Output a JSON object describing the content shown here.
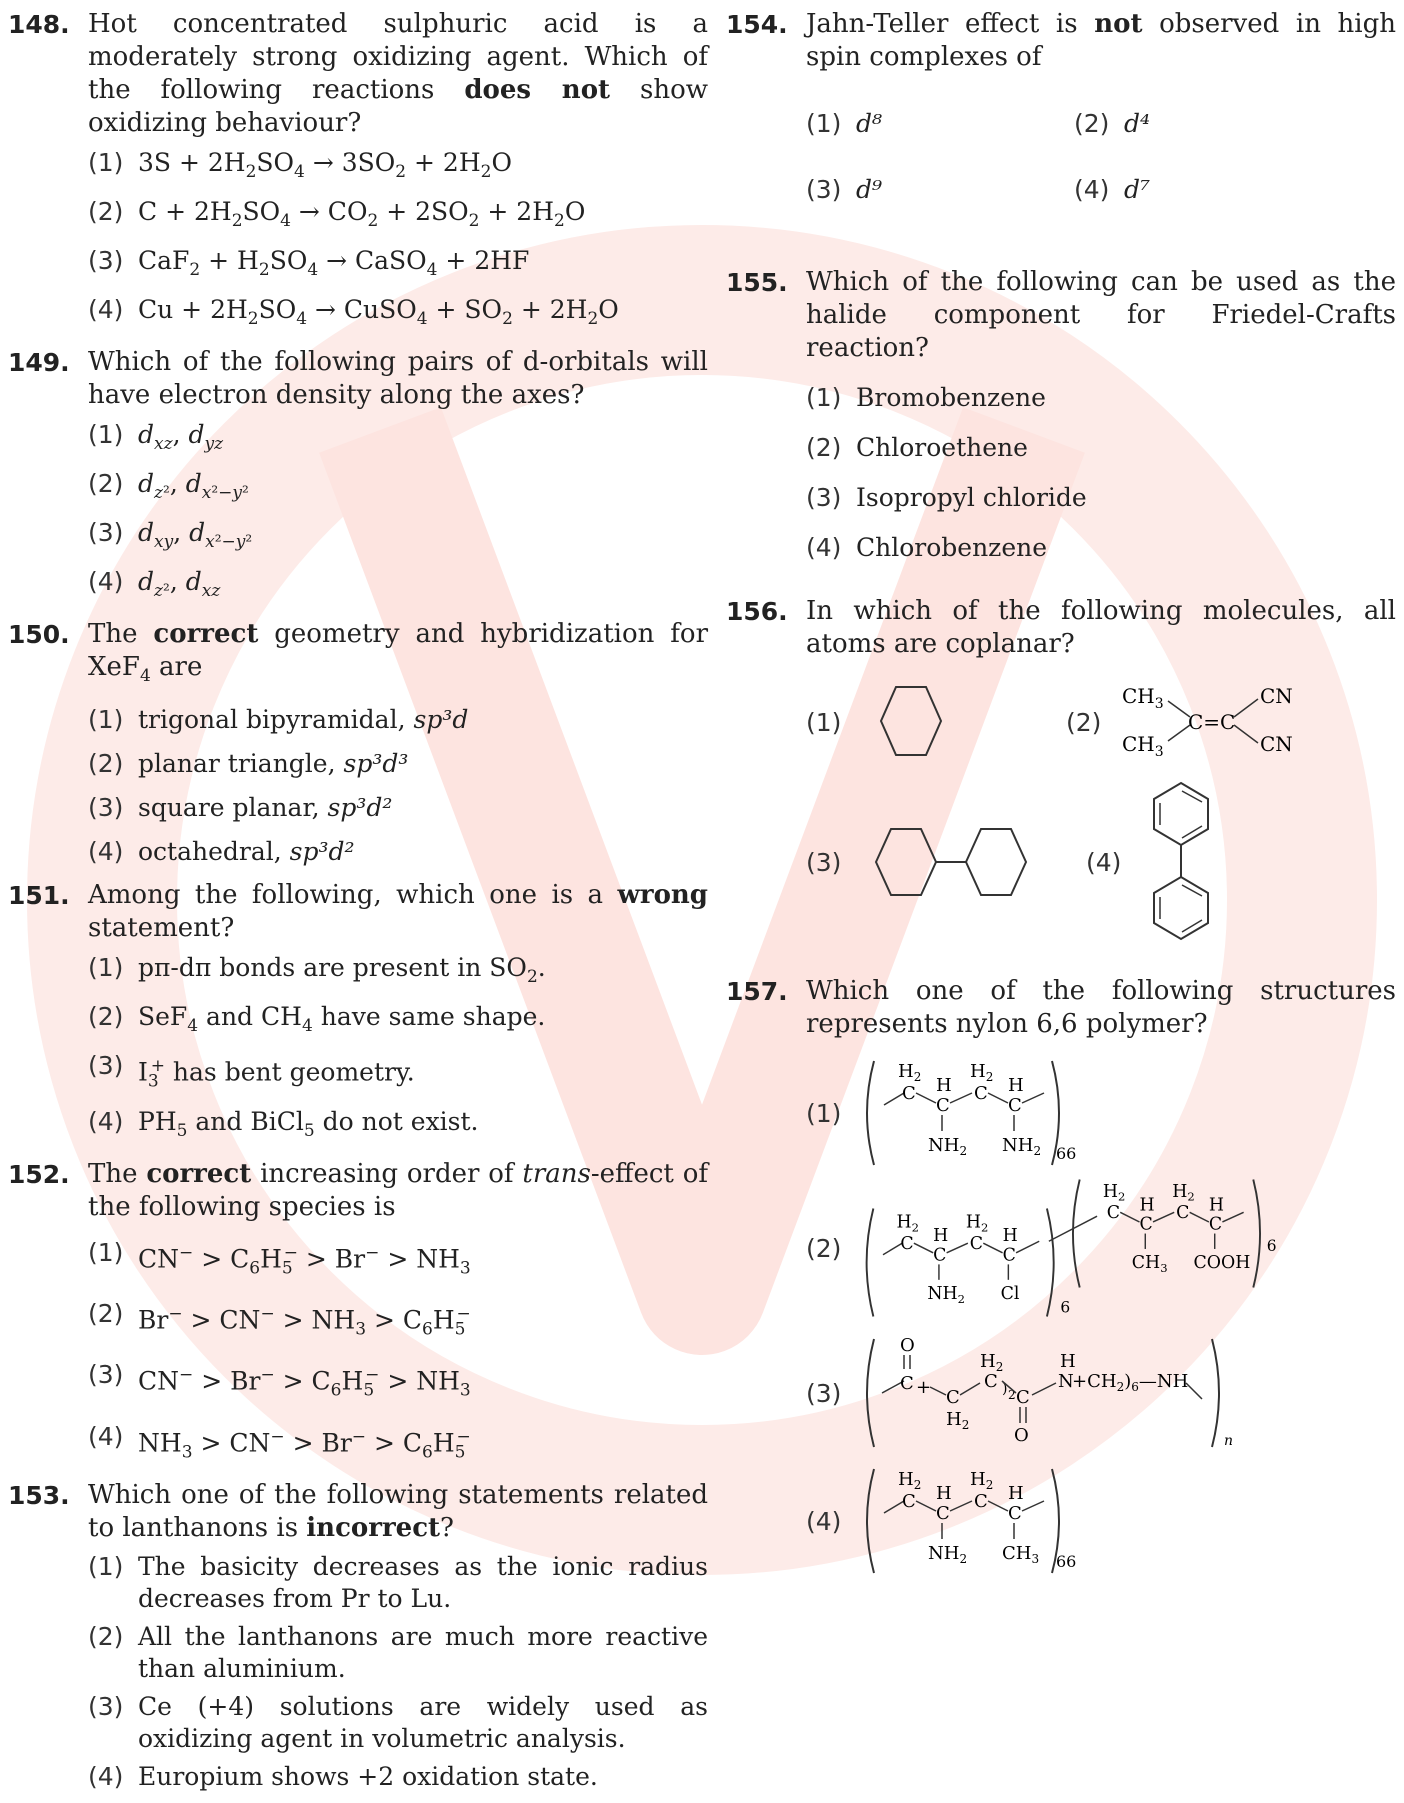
{
  "left": {
    "q148": {
      "num": "148.",
      "t1": "Hot concentrated sulphuric acid is a moderately strong oxidizing agent. Which of the following reactions ",
      "t_bold": "does not",
      "t2": " show oxidizing behaviour?",
      "options": [
        "(1)",
        "(2)",
        "(3)",
        "(4)"
      ]
    },
    "q149": {
      "num": "149.",
      "text": "Which of the following pairs of d-orbitals will have electron density along the axes?",
      "options": [
        "(1)",
        "(2)",
        "(3)",
        "(4)"
      ]
    },
    "q150": {
      "num": "150.",
      "t1": "The ",
      "t_bold": "correct",
      "t2": " geometry and hybridization for XeF",
      "t_sub": "4",
      "t3": " are",
      "options": [
        {
          "n": "(1)",
          "name": "trigonal bipyramidal, ",
          "hyb": "sp³d"
        },
        {
          "n": "(2)",
          "name": "planar triangle, ",
          "hyb": "sp³d³"
        },
        {
          "n": "(3)",
          "name": "square planar, ",
          "hyb": "sp³d²"
        },
        {
          "n": "(4)",
          "name": "octahedral, ",
          "hyb": "sp³d²"
        }
      ]
    },
    "q151": {
      "num": "151.",
      "t1": "Among the following, which one is a ",
      "t_bold": "wrong",
      "t2": " statement?",
      "options": [
        "(1)",
        "(2)",
        "(3)",
        "(4)"
      ],
      "o1": "pπ-dπ bonds are present in SO",
      "o2": "SeF",
      "o2b": " and CH",
      "o2c": " have same shape.",
      "o3": " has bent geometry.",
      "o4": "PH",
      "o4b": " and BiCl",
      "o4c": " do not exist."
    },
    "q152": {
      "num": "152.",
      "t1": "The ",
      "t_bold": "correct",
      "t2": " increasing order of ",
      "t_it": "trans",
      "t3": "-effect of the following species is",
      "options": [
        "(1)",
        "(2)",
        "(3)",
        "(4)"
      ]
    },
    "q153": {
      "num": "153.",
      "t1": "Which one of the following statements related to lanthanons is ",
      "t_bold": "incorrect",
      "t2": "?",
      "options": [
        {
          "n": "(1)",
          "text": "The basicity decreases as the ionic radius decreases from Pr to Lu."
        },
        {
          "n": "(2)",
          "text": "All the lanthanons are much more reactive than aluminium."
        },
        {
          "n": "(3)",
          "text": "Ce (+4) solutions are widely used as oxidizing agent in volumetric analysis."
        },
        {
          "n": "(4)",
          "text": "Europium shows +2 oxidation state."
        }
      ]
    }
  },
  "right": {
    "q154": {
      "num": "154.",
      "t1": "Jahn-Teller effect is ",
      "t_bold": "not",
      "t2": " observed in high spin complexes of",
      "options": [
        {
          "n": "(1)",
          "v": "d⁸"
        },
        {
          "n": "(2)",
          "v": "d⁴"
        },
        {
          "n": "(3)",
          "v": "d⁹"
        },
        {
          "n": "(4)",
          "v": "d⁷"
        }
      ]
    },
    "q155": {
      "num": "155.",
      "text": "Which of the following can be used as the halide component for Friedel-Crafts reaction?",
      "options": [
        {
          "n": "(1)",
          "text": "Bromobenzene"
        },
        {
          "n": "(2)",
          "text": "Chloroethene"
        },
        {
          "n": "(3)",
          "text": "Isopropyl chloride"
        },
        {
          "n": "(4)",
          "text": "Chlorobenzene"
        }
      ]
    },
    "q156": {
      "num": "156.",
      "text": "In which of the following molecules, all atoms are coplanar?",
      "options": [
        "(1)",
        "(2)",
        "(3)",
        "(4)"
      ]
    },
    "q157": {
      "num": "157.",
      "text": "Which one of the following structures represents nylon 6,6 polymer?",
      "options": [
        "(1)",
        "(2)",
        "(3)",
        "(4)"
      ]
    }
  },
  "colors": {
    "watermark": "#fde8e6",
    "text": "#222222"
  }
}
